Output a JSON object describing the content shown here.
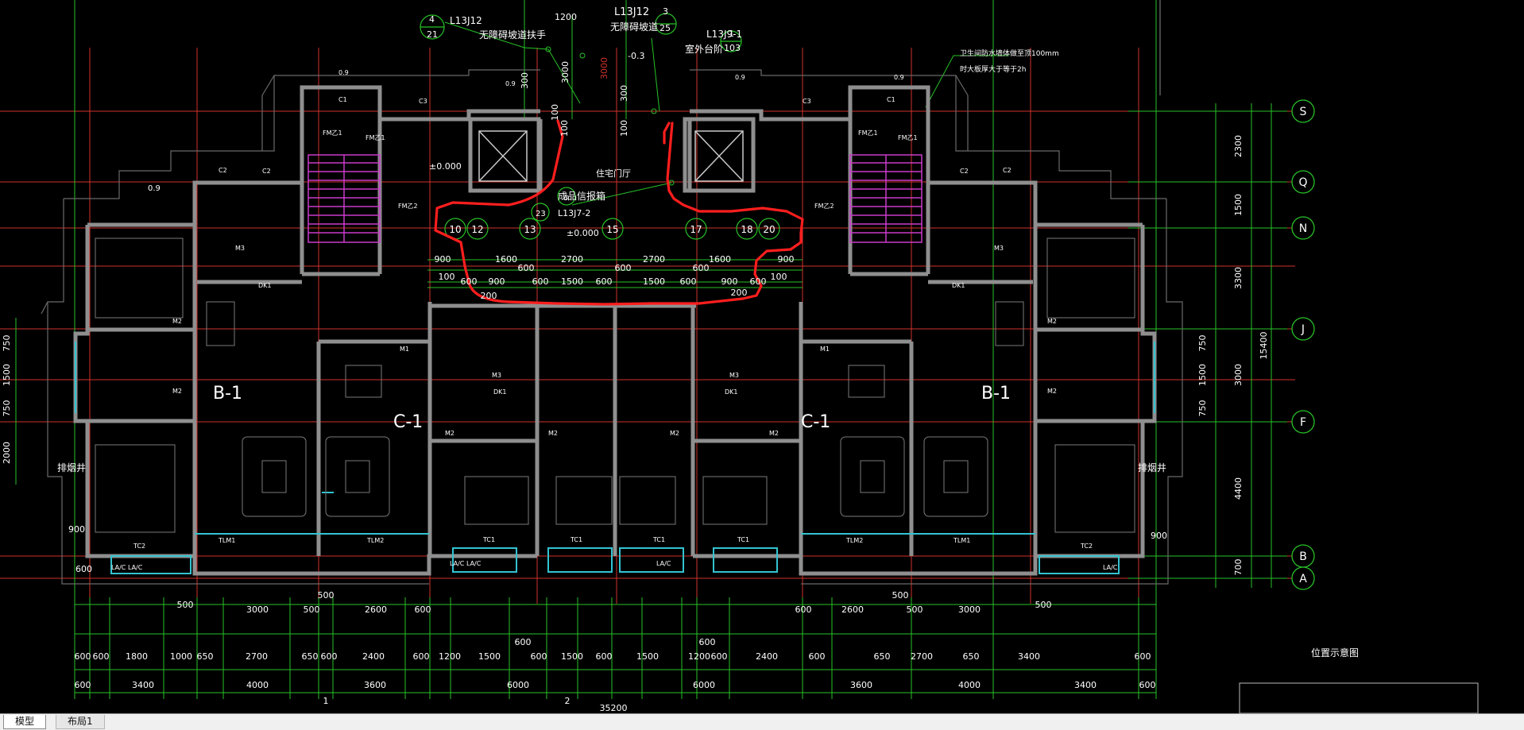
{
  "colors": {
    "background": "#000000",
    "wall": "#8f8f8f",
    "axis": "#d0322d",
    "dimension": "#27c227",
    "label": "#ffffff",
    "highlight": "#ff1e1e",
    "stair": "#c93ac9",
    "window": "#33c3d0"
  },
  "tabs": {
    "model": "模型",
    "layout1": "布局1"
  },
  "top_notes": {
    "l13j12": "L13J12",
    "wheelchair_handrail": "无障碍坡道扶手",
    "wheelchair_ramp": "无障碍坡道",
    "l13j9_1": "L13J9-1",
    "outdoor_steps": "室外台阶",
    "c4": "4",
    "c21": "21",
    "c3": "3",
    "c25": "25",
    "c1": "1",
    "c103": "103",
    "d1200": "1200",
    "elev_m03": "-0.3",
    "d3000a": "3000",
    "d3000b": "3000",
    "d300": "300",
    "d100a": "100",
    "d100b": "100",
    "d100c": "100",
    "right_note1": "卫生间防水墙体做至顶100mm",
    "right_note2": "时大板厚大于等于2h"
  },
  "center_labels": {
    "lobby": "住宅门厅",
    "mailbox": "成品信报箱",
    "l13j7_2": "L13J7-2",
    "c3": "3",
    "c23": "23",
    "elev_0": "±0.000",
    "elev_0b": "±0.000",
    "grid_labels": [
      "10",
      "12",
      "13",
      "15",
      "17",
      "18",
      "20"
    ]
  },
  "unit_labels": {
    "b1_left": "B-1",
    "c1_left": "C-1",
    "c1_right": "C-1",
    "b1_right": "B-1"
  },
  "room_labels": {
    "duct_left": "排烟井",
    "duct_right": "排烟井",
    "location_plan": "位置示意图"
  },
  "right_axes": [
    "S",
    "Q",
    "N",
    "J",
    "F",
    "B",
    "A"
  ],
  "right_dims": [
    "2300",
    "1500",
    "3300",
    "3000",
    "4400",
    "700"
  ],
  "right_total": "15400",
  "left_dims": [
    "750",
    "1500",
    "750",
    "2000"
  ],
  "left_small": [
    "900",
    "600"
  ],
  "right_small": [
    "900"
  ],
  "mid_dims_top": [
    "900",
    "1600",
    "2700",
    "2700",
    "1600",
    "900"
  ],
  "mid_dims_2": [
    "600",
    "600",
    "600"
  ],
  "mid_dims_3": [
    "600",
    "900",
    "600",
    "1500",
    "600",
    "1500",
    "600",
    "900",
    "600"
  ],
  "mid_small": [
    "100",
    "200",
    "200",
    "100"
  ],
  "bottom_dims_1": [
    "500",
    "3000",
    "500",
    "2600",
    "600",
    "600",
    "2600",
    "500",
    "3000",
    "500"
  ],
  "bottom_extra": [
    "500",
    "500",
    "600",
    "600"
  ],
  "bottom_dims_2": [
    "600",
    "600",
    "1800",
    "1000",
    "650",
    "2700",
    "650",
    "600",
    "2400",
    "600",
    "1200",
    "1500",
    "600",
    "1500",
    "600",
    "1500",
    "1200",
    "600",
    "2400",
    "600",
    "650",
    "2700",
    "650",
    "3400",
    "600"
  ],
  "bottom_dims_3": [
    "600",
    "3400",
    "4000",
    "3600",
    "6000",
    "6000",
    "3600",
    "4000",
    "3400",
    "600"
  ],
  "bottom_total": "35200",
  "bottom_markers": [
    "1",
    "2"
  ],
  "misc": {
    "d09a": "0.9",
    "d09b": "0.9",
    "d09c": "0.9",
    "d09d": "0.9",
    "d09e": "0.9",
    "c1a": "C1",
    "c3a": "C3",
    "c3b": "C3",
    "c1b": "C1",
    "c2a": "C2",
    "c2b": "C2",
    "c2c": "C2",
    "c2d": "C2",
    "tc2a": "TC2",
    "tc2b": "TC2",
    "tc1a": "TC1",
    "tc1b": "TC1",
    "tc1c": "TC1",
    "tc1d": "TC1",
    "tlm1a": "TLM1",
    "tlm2a": "TLM2",
    "tlm2b": "TLM2",
    "tlm1b": "TLM1",
    "m2a": "M2",
    "m2b": "M2",
    "m2c": "M2",
    "m2d": "M2",
    "m2e": "M2",
    "m2f": "M2",
    "m2g": "M2",
    "m2h": "M2",
    "m3a": "M3",
    "m3b": "M3",
    "m3c": "M3",
    "m3d": "M3",
    "m1a": "M1",
    "m1b": "M1",
    "dk1a": "DK1",
    "dk1b": "DK1",
    "dk1c": "DK1",
    "dk1d": "DK1",
    "fm1a": "FM乙1",
    "fm1b": "FM乙1",
    "fm1c": "FM乙1",
    "fm1d": "FM乙1",
    "fm2a": "FM乙2",
    "fm2b": "FM乙2",
    "lacL": "LA/C LA/C",
    "lacR": "LA/C",
    "ac1": "LA/C LA/C",
    "ac2": "LA/C"
  }
}
